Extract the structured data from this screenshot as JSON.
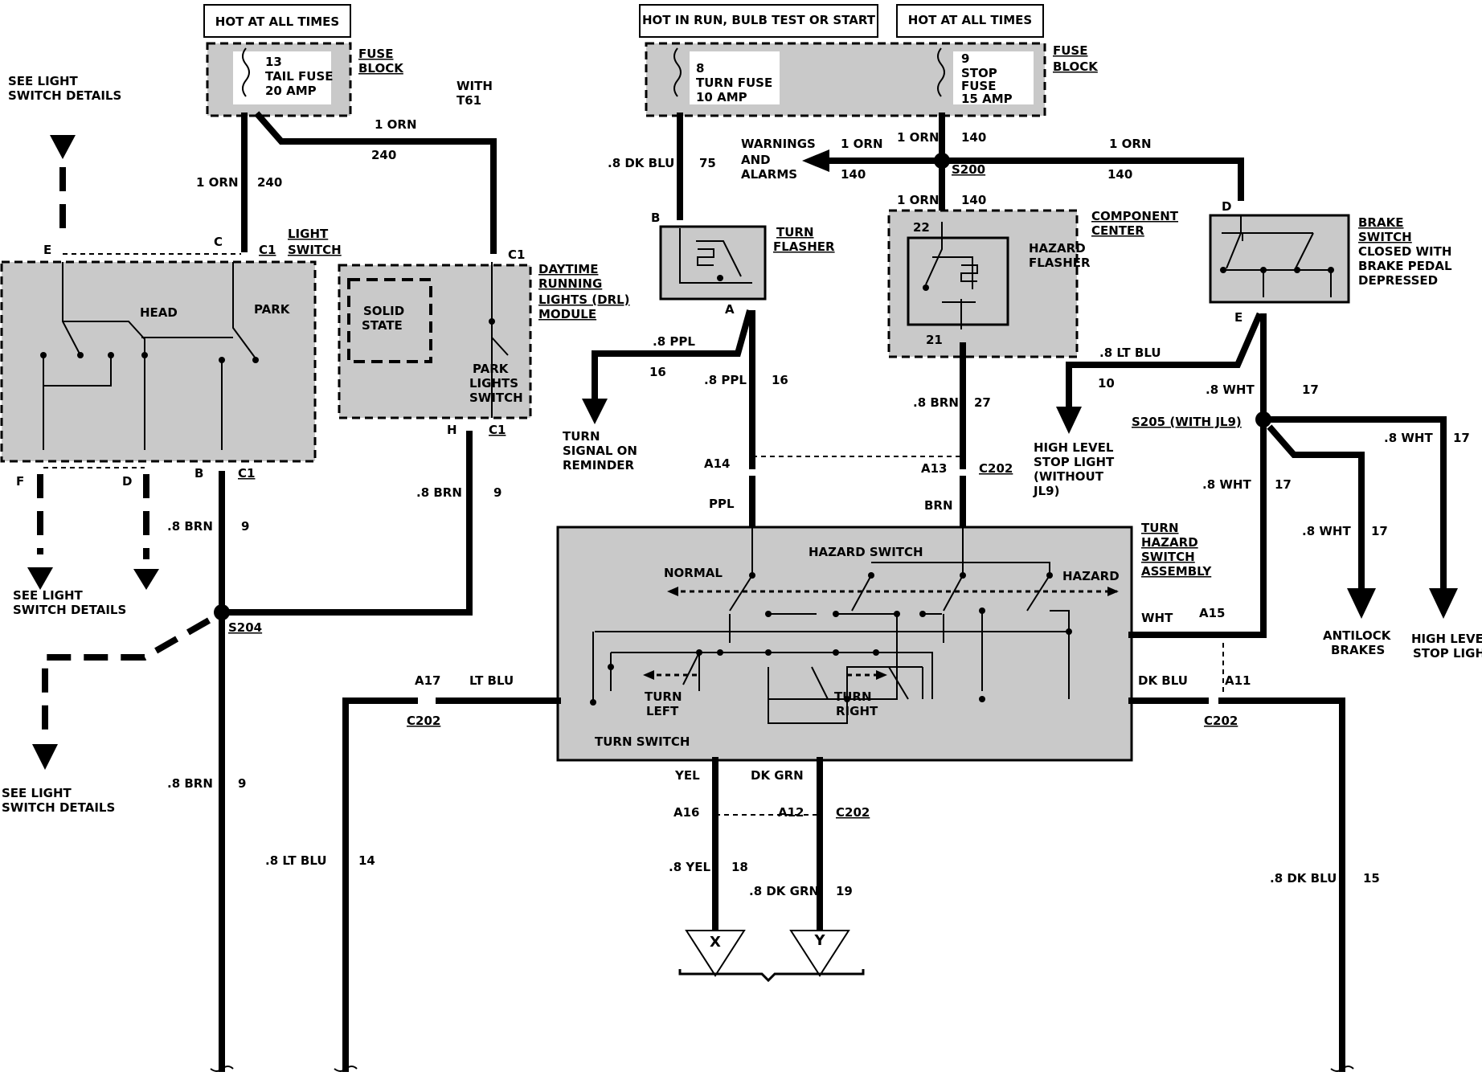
{
  "hot_labels": {
    "tail": "HOT AT ALL TIMES",
    "run": "HOT IN RUN,  BULB TEST OR START",
    "stop": "HOT AT ALL TIMES"
  },
  "fuse_block": "FUSE BLOCK",
  "fuses": {
    "tail": {
      "num": "13",
      "name": "TAIL FUSE",
      "amp": "20 AMP"
    },
    "turn": {
      "num": "8",
      "name": "TURN FUSE",
      "amp": "10 AMP"
    },
    "stop": {
      "num": "9",
      "name": "STOP FUSE",
      "amp": "15 AMP"
    }
  },
  "notes": {
    "see_light_switch_details": "SEE LIGHT SWITCH DETAILS",
    "with_t61": "WITH T61",
    "warnings": "WARNINGS AND ALARMS",
    "turn_signal_reminder": "TURN SIGNAL ON REMINDER",
    "high_level_without": "HIGH LEVEL STOP LIGHT (WITHOUT JL9)",
    "antilock": "ANTILOCK BRAKES",
    "high_level": "HIGH LEVEL STOP LIGHT"
  },
  "components": {
    "light_switch": "LIGHT SWITCH",
    "head": "HEAD",
    "park": "PARK",
    "drl_module": "DAYTIME RUNNING LIGHTS (DRL) MODULE",
    "solid_state": "SOLID STATE",
    "park_lights_switch": "PARK LIGHTS SWITCH",
    "turn_flasher": "TURN FLASHER",
    "component_center": "COMPONENT CENTER",
    "hazard_flasher": "HAZARD FLASHER",
    "brake_switch": "BRAKE SWITCH CLOSED WITH BRAKE PEDAL DEPRESSED",
    "turn_hazard_assembly": "TURN HAZARD SWITCH ASSEMBLY",
    "hazard_switch": "HAZARD SWITCH",
    "normal": "NORMAL",
    "hazard": "HAZARD",
    "turn_left": "TURN LEFT",
    "turn_right": "TURN RIGHT",
    "turn_switch": "TURN SWITCH"
  },
  "wires": {
    "w1orn": "1 ORN",
    "c240": "240",
    "c140": "140",
    "w8dkblu": ".8 DK BLU",
    "c75": "75",
    "w8ppl": ".8 PPL",
    "c16": "16",
    "w8brn": ".8 BRN",
    "c9": "9",
    "c27": "27",
    "w8ltblu": ".8 LT BLU",
    "c10": "10",
    "c14": "14",
    "w8wht": ".8 WHT",
    "c17": "17",
    "w8yel": ".8 YEL",
    "c18": "18",
    "w8dkgrn": ".8 DK GRN",
    "c19": "19",
    "c15": "15",
    "ppl": "PPL",
    "brn": "BRN",
    "wht": "WHT",
    "dkblu": "DK BLU",
    "ltblu": "LT BLU",
    "yel": "YEL",
    "dkgrn": "DK GRN"
  },
  "connectors": {
    "c1": "C1",
    "c202": "C202",
    "a14": "A14",
    "a13": "A13",
    "a15": "A15",
    "a11": "A11",
    "a17": "A17",
    "a16": "A16",
    "a12": "A12",
    "s200": "S200",
    "s204": "S204",
    "s205": "S205 (WITH JL9)",
    "pin_b": "B",
    "pin_c": "C",
    "pin_d": "D",
    "pin_e": "E",
    "pin_f": "F",
    "pin_h": "H",
    "pin_a": "A",
    "pin_22": "22",
    "pin_21": "21"
  },
  "offpage": {
    "x": "X",
    "y": "Y"
  }
}
